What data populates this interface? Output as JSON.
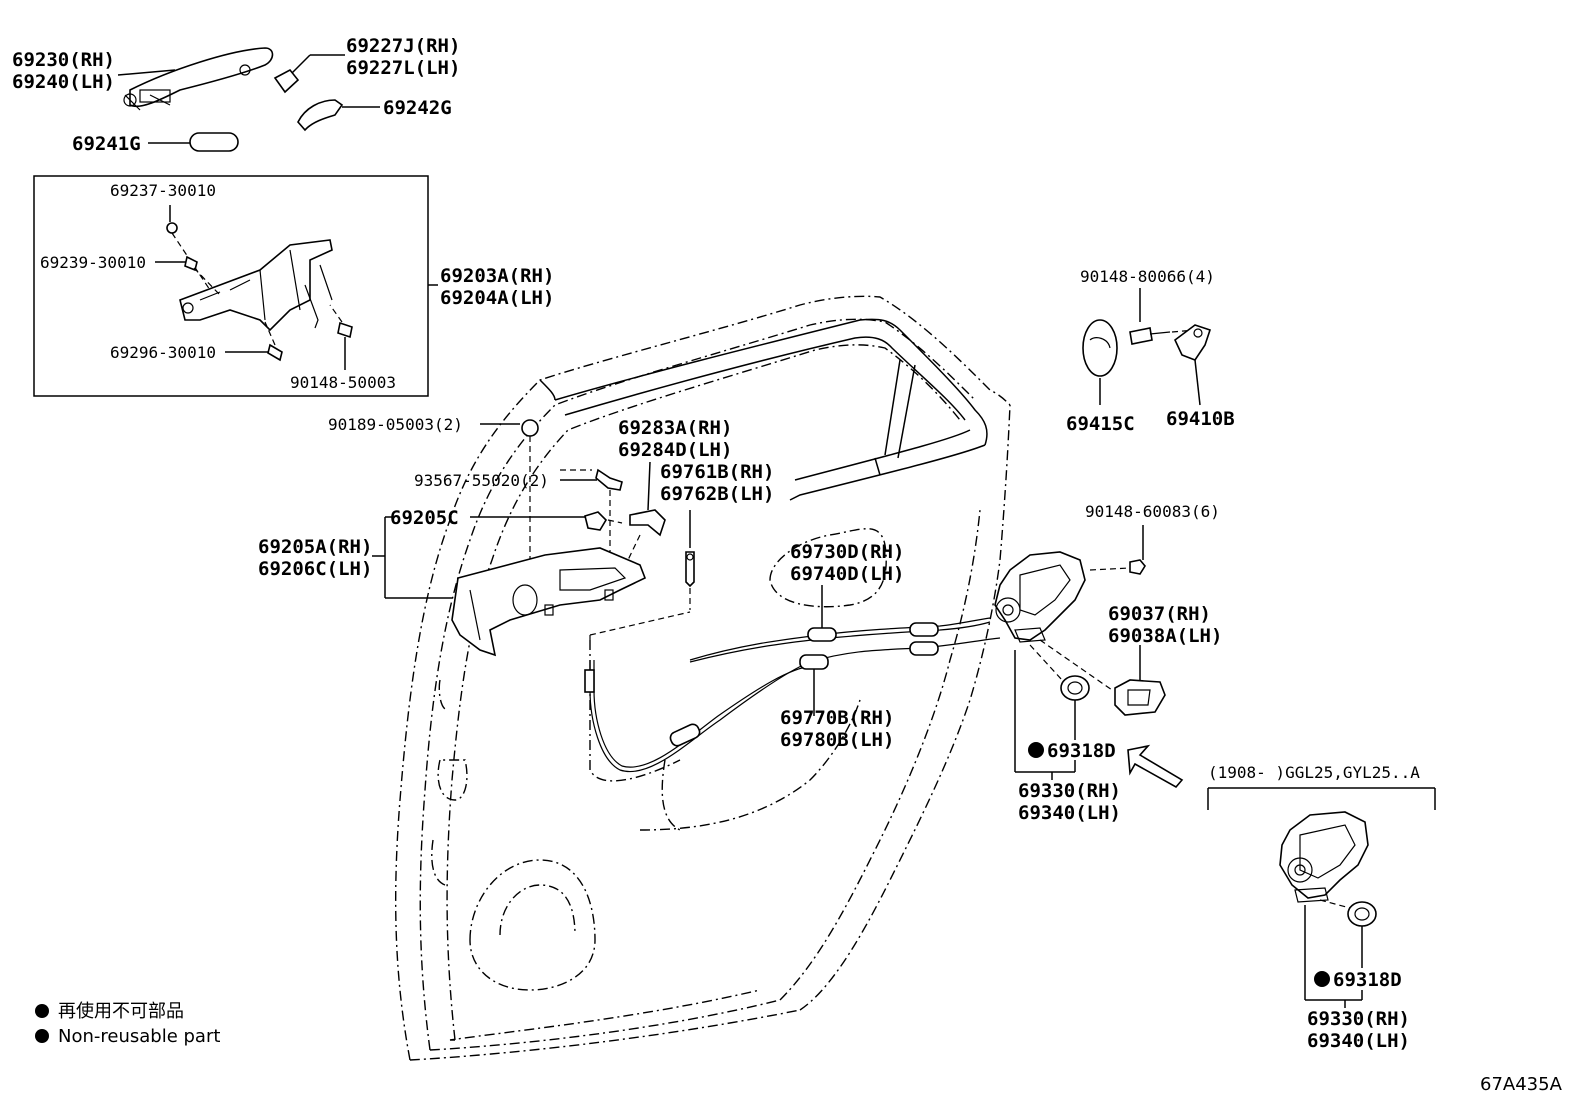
{
  "labels": {
    "l69230": "69230(RH)",
    "l69240": "69240(LH)",
    "l69227J": "69227J(RH)",
    "l69227L": "69227L(LH)",
    "l69242G": "69242G",
    "l69241G": "69241G",
    "l69237": "69237-30010",
    "l69239": "69239-30010",
    "l69296": "69296-30010",
    "l90148_50003": "90148-50003",
    "l69203A": "69203A(RH)",
    "l69204A": "69204A(LH)",
    "l90148_80066": "90148-80066(4)",
    "l69415C": "69415C",
    "l69410B": "69410B",
    "l90189": "90189-05003(2)",
    "l93567": "93567-55020(2)",
    "l69283A": "69283A(RH)",
    "l69284D": "69284D(LH)",
    "l69761B": "69761B(RH)",
    "l69762B": "69762B(LH)",
    "l69205C": "69205C",
    "l69205A": "69205A(RH)",
    "l69206C": "69206C(LH)",
    "l90148_60083": "90148-60083(6)",
    "l69730D": "69730D(RH)",
    "l69740D": "69740D(LH)",
    "l69037": "69037(RH)",
    "l69038A": "69038A(LH)",
    "l69770B": "69770B(RH)",
    "l69780B": "69780B(LH)",
    "l69318D_1": "69318D",
    "l69330_1": "69330(RH)",
    "l69340_1": "69340(LH)",
    "l_applic": "(1908-     )GGL25,GYL25..A",
    "l69318D_2": "69318D",
    "l69330_2": "69330(RH)",
    "l69340_2": "69340(LH)"
  },
  "legend": {
    "jp": "再使用不可部品",
    "en": "Non-reusable part"
  },
  "diagram_code": "67A435A"
}
